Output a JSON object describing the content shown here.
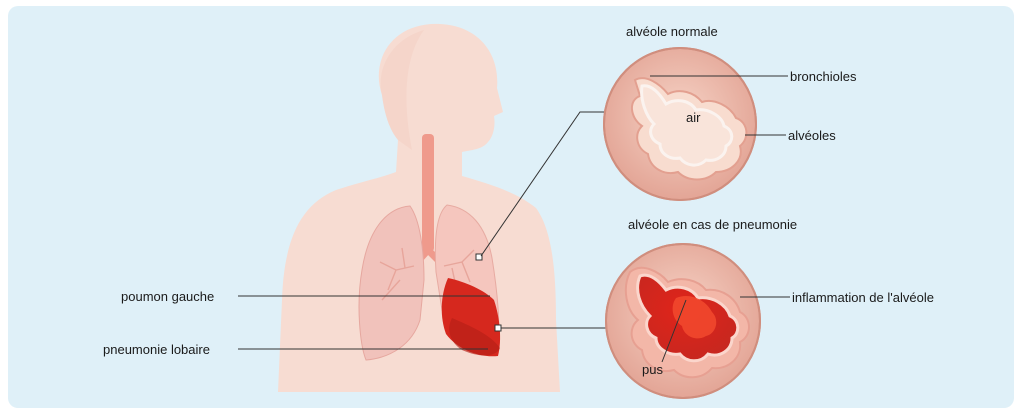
{
  "labels": {
    "normal_title": "alvéole normale",
    "bronchioles": "bronchioles",
    "air": "air",
    "alveoles": "alvéoles",
    "pneumonia_title": "alvéole en cas de pneumonie",
    "inflammation": "inflammation de l'alvéole",
    "pus": "pus",
    "left_lung": "poumon gauche",
    "lobar_pneumonia": "pneumonie lobaire"
  },
  "colors": {
    "background": "#dff0f8",
    "body": "#f7dcd2",
    "lung": "#f1c2bb",
    "infected": "#d8271d",
    "line": "#333333"
  }
}
